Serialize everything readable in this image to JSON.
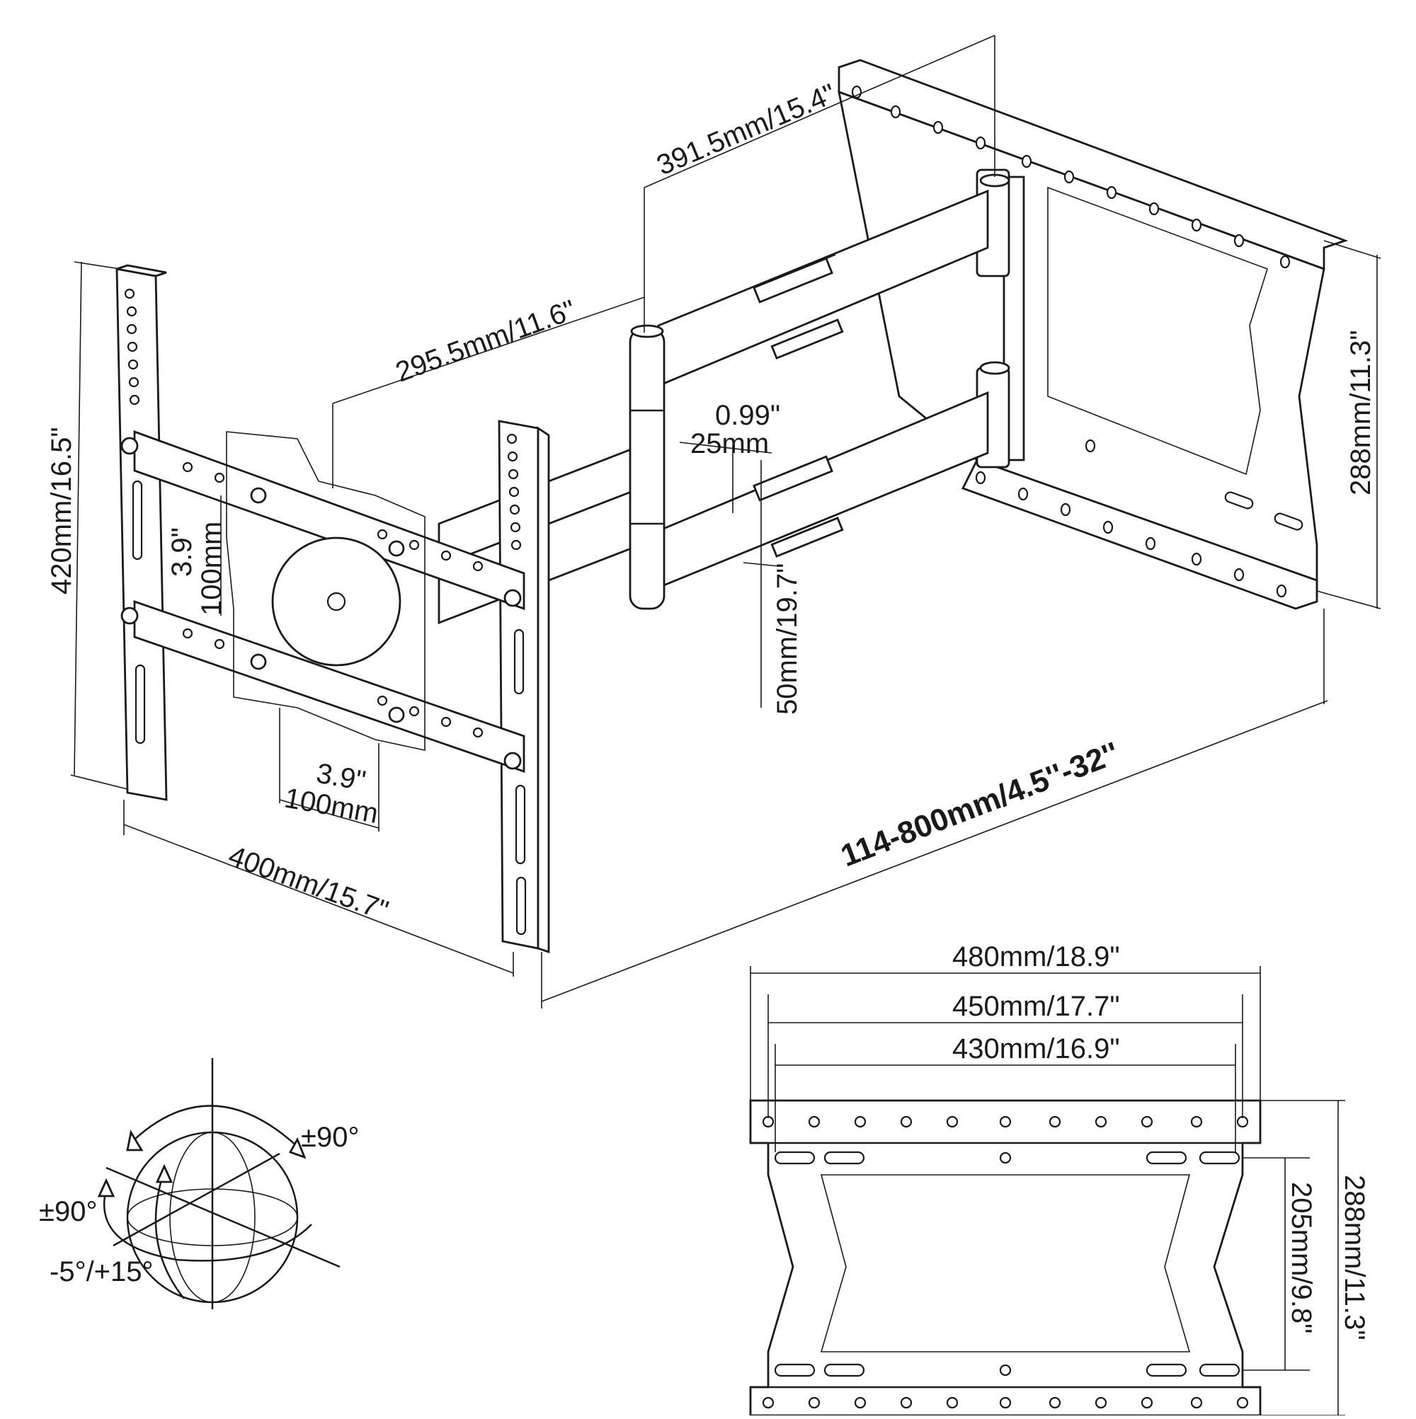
{
  "colors": {
    "line": "#1a1a1a",
    "background": "#ffffff"
  },
  "dimensions": {
    "arm_long": "391.5mm/15.4\"",
    "arm_short": "295.5mm/11.6\"",
    "tv_plate_height": "420mm/16.5\"",
    "wall_plate_height_side": "288mm/11.3\"",
    "arm_gap_inch": "0.99\"",
    "arm_gap_mm": "25mm",
    "offset_small": "50mm/19.7\"",
    "vesa_vertical_inch": "3.9\"",
    "vesa_vertical_mm": "100mm",
    "vesa_horizontal_inch": "3.9\"",
    "vesa_horizontal_mm": "100mm",
    "tv_plate_width": "400mm/15.7\"",
    "extension_range": "114-800mm/4.5''-32''"
  },
  "wall_plate": {
    "width_outer": "480mm/18.9\"",
    "width_mid": "450mm/17.7\"",
    "width_inner": "430mm/16.9\"",
    "height_total": "288mm/11.3\"",
    "height_holes": "205mm/9.8\""
  },
  "rotation": {
    "swivel": "±90°",
    "rotate": "±90°",
    "tilt": "-5°/+15°"
  }
}
